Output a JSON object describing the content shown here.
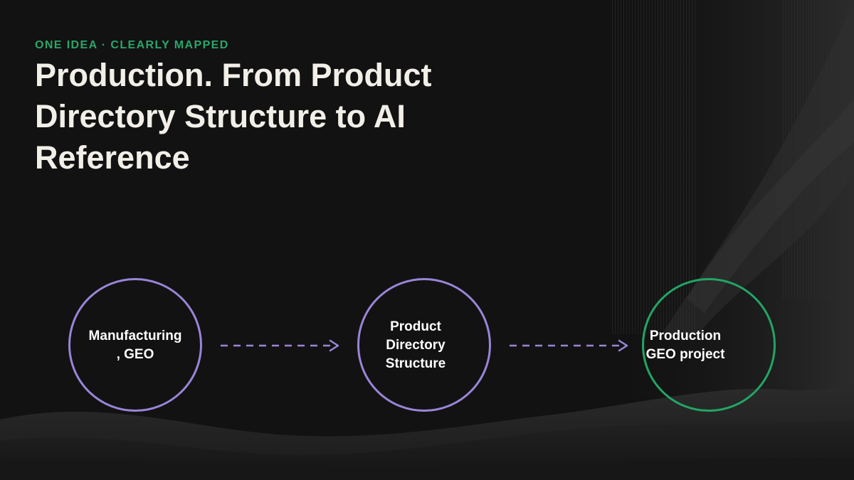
{
  "slide": {
    "eyebrow": "ONE IDEA · CLEARLY MAPPED",
    "title": "Production. From Product Directory Structure to AI Reference"
  },
  "flow": {
    "nodes": [
      {
        "label": "Manufacturing\n, GEO",
        "color": "#9a85d8"
      },
      {
        "label": "Product\nDirectory\nStructure",
        "color": "#9a85d8"
      },
      {
        "label": "Production\nGEO project",
        "color": "#22a565"
      }
    ],
    "connector_style": "dashed-arrow",
    "connector_color": "#9a85d8"
  },
  "colors": {
    "background": "#121212",
    "eyebrow": "#2aa66a",
    "title": "#f2efe8",
    "accent_purple": "#9a85d8",
    "accent_green": "#22a565"
  }
}
